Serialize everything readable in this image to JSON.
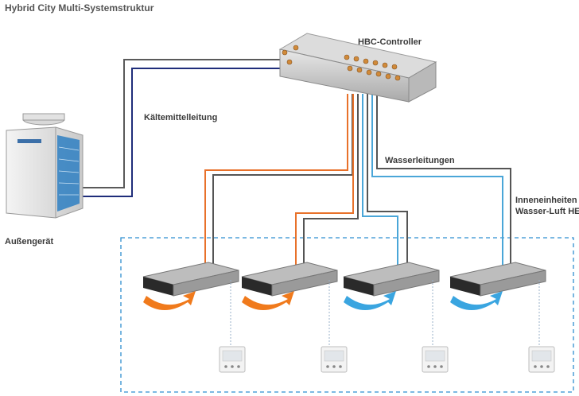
{
  "title": "Hybrid City Multi-Systemstruktur",
  "labels": {
    "hbc_controller": "HBC-Controller",
    "refrigerant_line": "Kältemittelleitung",
    "water_lines": "Wasserleitungen",
    "indoor_units_line1": "Inneneinheiten",
    "indoor_units_line2": "Wasser-Luft HEX",
    "outdoor_unit": "Außengerät"
  },
  "colors": {
    "refrigerant_gas": "#5a5a5a",
    "refrigerant_liquid": "#1f2d7a",
    "water_hot": "#e8712a",
    "water_cold": "#4aa6d8",
    "water_return": "#555555",
    "dashed_box": "#2f8fd0",
    "airflow_warm": "#f07a1c",
    "airflow_cool": "#3aa5e0"
  },
  "units": [
    {
      "airflow": "warm"
    },
    {
      "airflow": "warm"
    },
    {
      "airflow": "cool"
    },
    {
      "airflow": "cool"
    }
  ]
}
